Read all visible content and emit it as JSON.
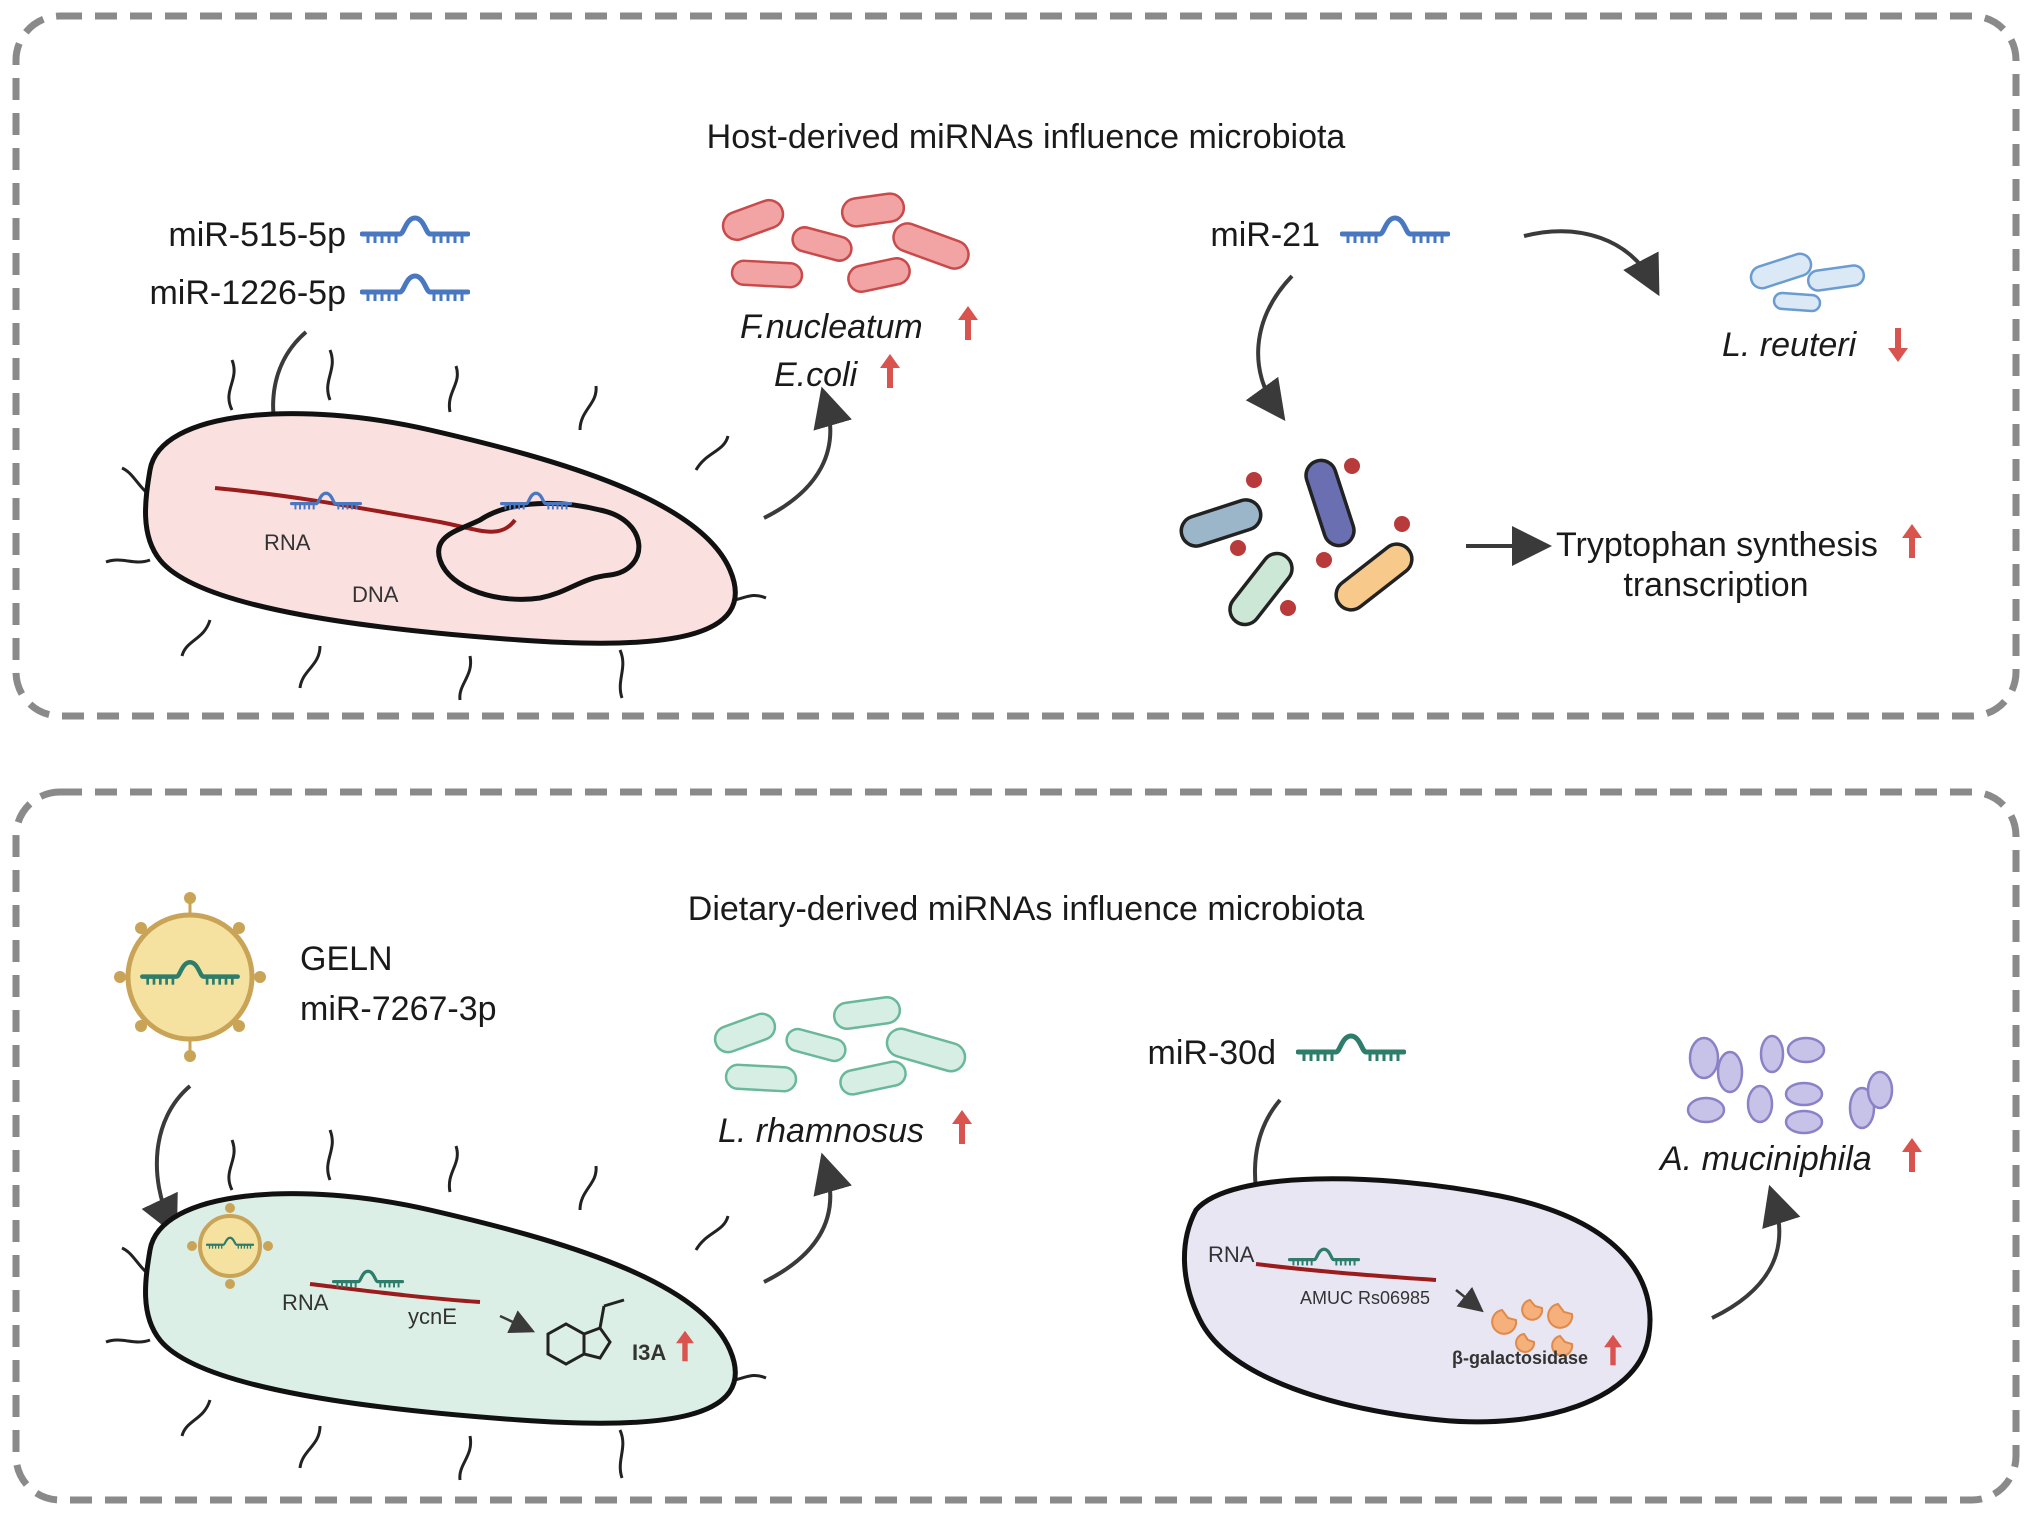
{
  "colors": {
    "panel_border": "#8a8a8a",
    "mirna_host": "#4a78c0",
    "mirna_diet": "#2e7d6b",
    "rna_strand": "#9b1c1c",
    "up_arrow": "#d9534f",
    "down_arrow": "#d9534f",
    "host_cell": "#fbe0e0",
    "diet_cell": "#dcefe6",
    "purple_cell": "#e8e6f3",
    "fnucleatum": "#f2a3a3",
    "lreuteri": "#dbe9f7",
    "lrhamnosus": "#d6eee3",
    "amuciniphila": "#c7c2e8",
    "geln": "#f6e2a0",
    "enzyme": "#f6b07c"
  },
  "top_panel": {
    "title": "Host-derived miRNAs influence microbiota",
    "mir515": "miR-515-5p",
    "mir1226": "miR-1226-5p",
    "rna": "RNA",
    "dna": "DNA",
    "fnucleatum": "F.nucleatum",
    "ecoli": "E.coli",
    "mir21": "miR-21",
    "lreuteri": "L. reuteri",
    "tryptophan_line1": "Tryptophan synthesis",
    "tryptophan_line2": "transcription"
  },
  "bottom_panel": {
    "title": "Dietary-derived miRNAs influence microbiota",
    "geln": "GELN",
    "mir7267": "miR-7267-3p",
    "rna": "RNA",
    "ycne": "ycnE",
    "i3a": "I3A",
    "lrhamnosus": "L. rhamnosus",
    "mir30d": "miR-30d",
    "rna2": "RNA",
    "amuc": "AMUC Rs06985",
    "galactosidase": "β-galactosidase",
    "amuciniphila": "A. muciniphila"
  }
}
